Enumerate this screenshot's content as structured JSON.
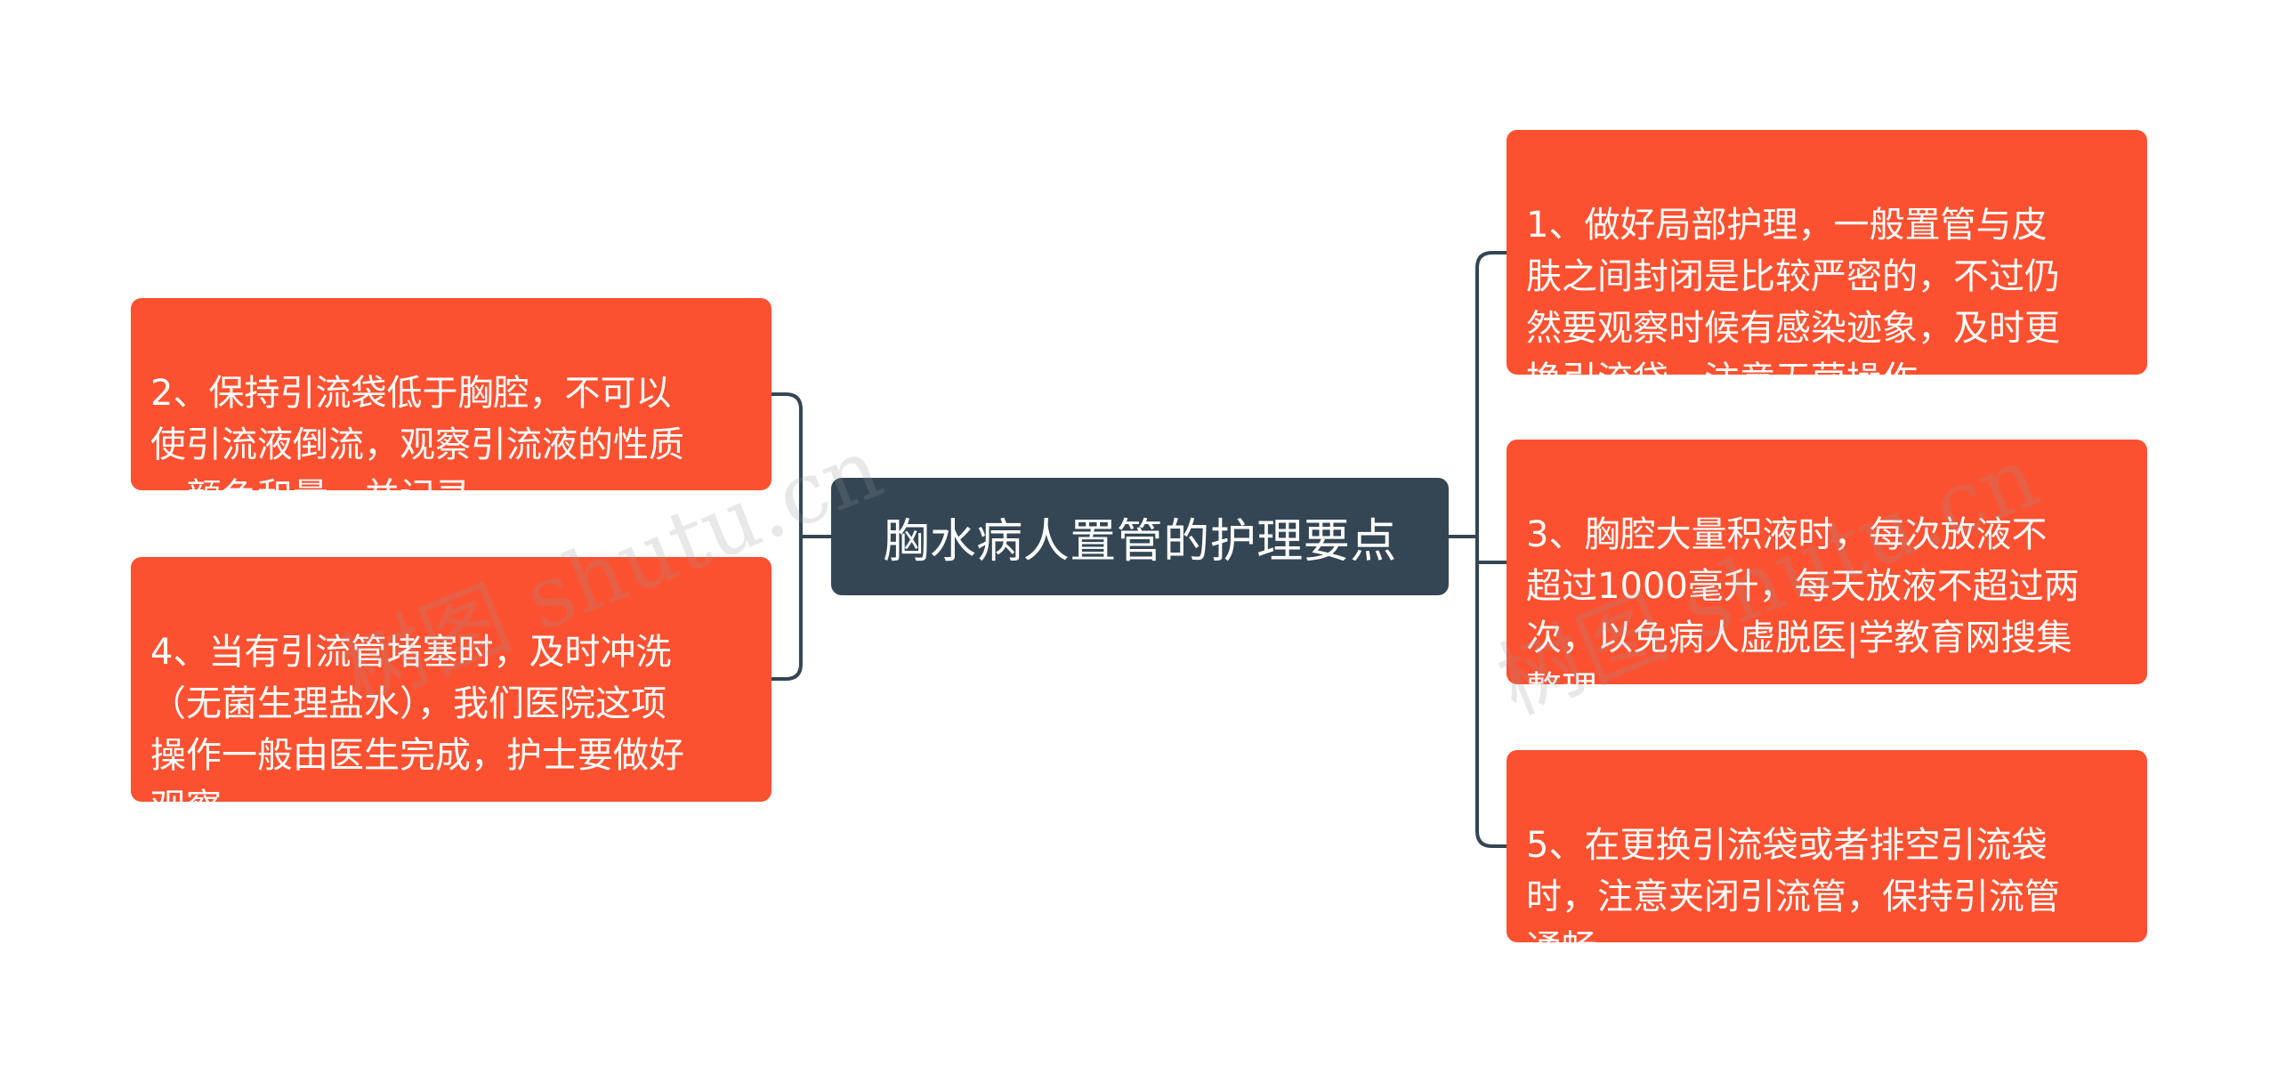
{
  "root": {
    "label": "胸水病人置管的护理要点"
  },
  "left_branches": [
    {
      "id": "leaf-2",
      "text": "2、保持引流袋低于胸腔，不可以\n使引流液倒流，观察引流液的性质\n、颜色和量，并记录。"
    },
    {
      "id": "leaf-4",
      "text": "4、当有引流管堵塞时，及时冲洗\n（无菌生理盐水），我们医院这项\n操作一般由医生完成，护士要做好\n观察。"
    }
  ],
  "right_branches": [
    {
      "id": "leaf-1",
      "text": "1、做好局部护理，一般置管与皮\n肤之间封闭是比较严密的，不过仍\n然要观察时候有感染迹象，及时更\n换引流袋，注意无菌操作。"
    },
    {
      "id": "leaf-3",
      "text": "3、胸腔大量积液时，每次放液不\n超过1000毫升，每天放液不超过两\n次，以免病人虚脱医|学教育网搜集\n整理。"
    },
    {
      "id": "leaf-5",
      "text": "5、在更换引流袋或者排空引流袋\n时，注意夹闭引流管，保持引流管\n通畅。"
    }
  ],
  "watermark": {
    "left": "树图 shutu.cn",
    "right": "树图 shutu.cn"
  },
  "colors": {
    "root_bg": "#344654",
    "leaf_bg": "#fc5130",
    "connector": "#344654",
    "background": "#ffffff"
  }
}
